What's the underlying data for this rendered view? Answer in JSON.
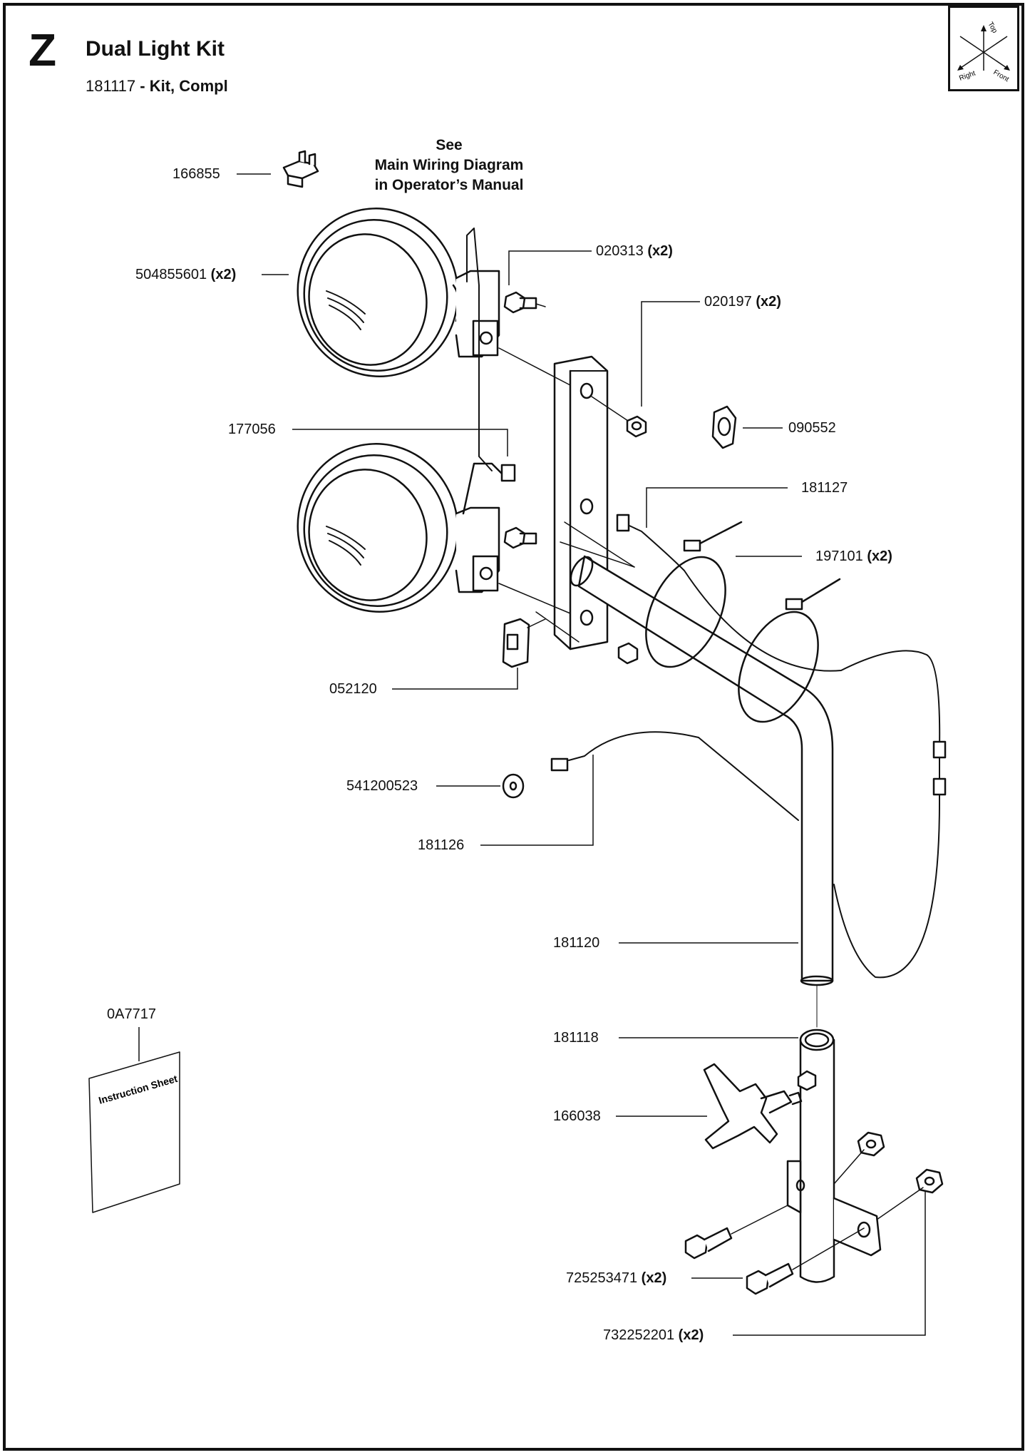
{
  "header": {
    "section_letter": "Z",
    "title": "Dual Light Kit",
    "kit_number": "181117",
    "kit_desc": "- Kit, Compl"
  },
  "compass": {
    "top": "Top",
    "right": "Right",
    "front": "Front"
  },
  "note": {
    "line1": "See",
    "line2": "Main Wiring Diagram",
    "line3": "in Operator’s Manual"
  },
  "sheet_label": "Instruction Sheet",
  "parts": {
    "p166855": {
      "num": "166855",
      "qty": ""
    },
    "p504855601": {
      "num": "504855601",
      "qty": "(x2)"
    },
    "p020313": {
      "num": "020313",
      "qty": "(x2)"
    },
    "p020197": {
      "num": "020197",
      "qty": "(x2)"
    },
    "p177056": {
      "num": "177056",
      "qty": ""
    },
    "p090552": {
      "num": "090552",
      "qty": ""
    },
    "p181127": {
      "num": "181127",
      "qty": ""
    },
    "p197101": {
      "num": "197101",
      "qty": "(x2)"
    },
    "p052120": {
      "num": "052120",
      "qty": ""
    },
    "p541200523": {
      "num": "541200523",
      "qty": ""
    },
    "p181126": {
      "num": "181126",
      "qty": ""
    },
    "p181120": {
      "num": "181120",
      "qty": ""
    },
    "p0A7717": {
      "num": "0A7717",
      "qty": ""
    },
    "p181118": {
      "num": "181118",
      "qty": ""
    },
    "p166038": {
      "num": "166038",
      "qty": ""
    },
    "p725253471": {
      "num": "725253471",
      "qty": "(x2)"
    },
    "p732252201": {
      "num": "732252201",
      "qty": "(x2)"
    }
  }
}
